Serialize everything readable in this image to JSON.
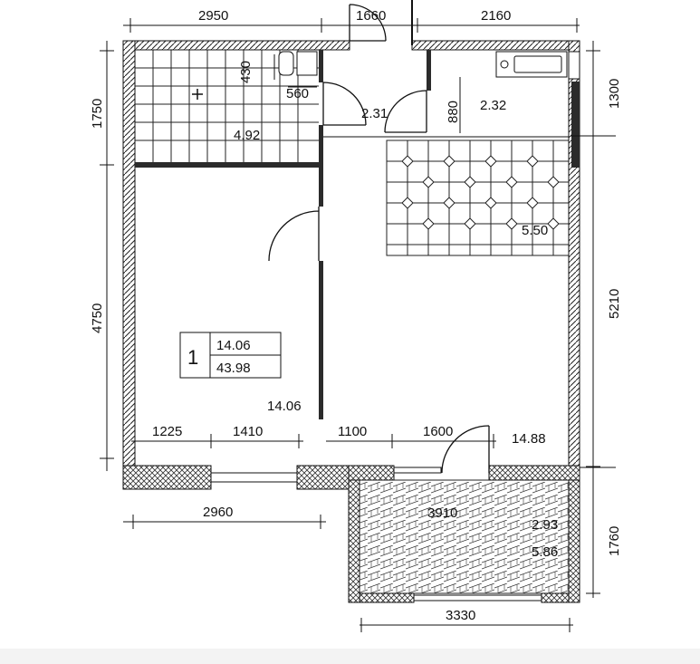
{
  "dims_top": [
    "2950",
    "1660",
    "2160"
  ],
  "dims_left": [
    "1750",
    "4750"
  ],
  "dims_right": [
    "1300",
    "5210",
    "1760"
  ],
  "dims_bottom": [
    "2960",
    "3330"
  ],
  "dims_inner": {
    "d430": "430",
    "d560": "560",
    "d880": "880",
    "d1225": "1225",
    "d1410": "1410",
    "d1100": "1100",
    "d1600": "1600",
    "d3910": "3910"
  },
  "areas": {
    "bathroom": "4.92",
    "corridor": "2.31",
    "toilet": "2.32",
    "kitchen_tile": "5.50",
    "room": "14.06",
    "hall": "14.88",
    "balcony_a": "2.93",
    "balcony_b": "5.86"
  },
  "apartment": {
    "number": "1",
    "living_area": "14.06",
    "total_area": "43.98"
  },
  "colors": {
    "wall": "#2b2b2b",
    "line": "#111111"
  }
}
